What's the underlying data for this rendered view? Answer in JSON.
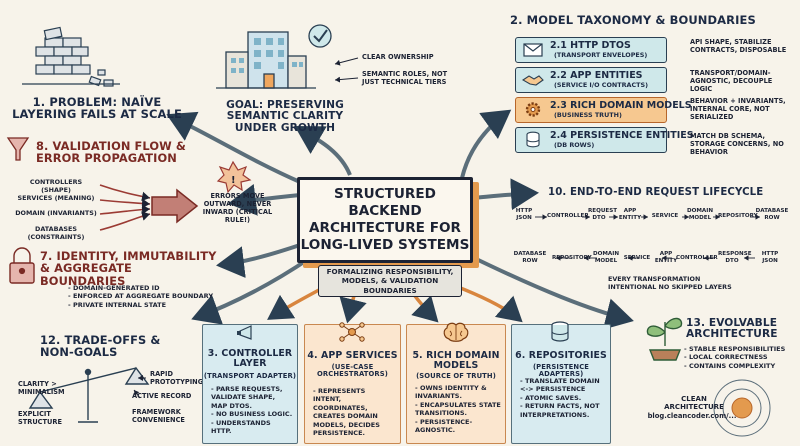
{
  "colors": {
    "background": "#f7f3ea",
    "ink": "#1c2233",
    "orange": "#e39a4e",
    "teal": "#cfe8ea",
    "panel_blue": "#d8ebf0",
    "panel_peach": "#fbe6cf",
    "red_arrow": "#9b3b34"
  },
  "center": {
    "title": "STRUCTURED BACKEND ARCHITECTURE FOR LONG-LIVED SYSTEMS",
    "subtitle": "FORMALIZING RESPONSIBILITY, MODELS, & VALIDATION BOUNDARIES"
  },
  "problem": {
    "title": "1. PROBLEM: NAÏVE LAYERING FAILS AT SCALE",
    "icon": "crumbling-wall-icon"
  },
  "goal": {
    "title": "GOAL: PRESERVING SEMANTIC CLARITY UNDER GROWTH",
    "notes": [
      "CLEAR OWNERSHIP",
      "SEMANTIC ROLES, NOT JUST TECHNICAL TIERS"
    ],
    "icon": "building-check-icon"
  },
  "taxonomy": {
    "title": "2. MODEL TAXONOMY & BOUNDARIES",
    "items": [
      {
        "title": "2.1 HTTP DTOs",
        "sub": "(TRANSPORT ENVELOPES)",
        "note": "API SHAPE, STABILIZE CONTRACTS, DISPOSABLE",
        "icon": "envelope-icon"
      },
      {
        "title": "2.2 APP ENTITIES",
        "sub": "(SERVICE I/O CONTRACTS)",
        "note": "TRANSPORT/DOMAIN-AGNOSTIC, DECOUPLE LOGIC",
        "icon": "handshake-icon"
      },
      {
        "title": "2.3 RICH DOMAIN MODELS",
        "sub": "(BUSINESS TRUTH)",
        "note": "BEHAVIOR + INVARIANTS, INTERNAL CORE, NOT SERIALIZED",
        "icon": "gear-icon"
      },
      {
        "title": "2.4 PERSISTENCE ENTITIES",
        "sub": "(DB ROWS)",
        "note": "MATCH DB SCHEMA, STORAGE CONCERNS, NO BEHAVIOR",
        "icon": "database-icon"
      }
    ]
  },
  "validation": {
    "title": "8. VALIDATION FLOW & ERROR PROPAGATION",
    "layers": [
      "CONTROLLERS (SHAPE)",
      "SERVICES (MEANING)",
      "DOMAIN (INVARIANTS)",
      "DATABASES (CONSTRAINTS)"
    ],
    "error_note": "ERRORS MOVE OUTWARD, NEVER INWARD (CRITICAL RULE!)",
    "icon": "funnel-icon"
  },
  "identity": {
    "title": "7. IDENTITY, IMMUTABILITY & AGGREGATE BOUNDARIES",
    "bullets": [
      "DOMAIN-GENERATED ID",
      "ENFORCED AT AGGREGATE BOUNDARY",
      "PRIVATE INTERNAL STATE"
    ],
    "icon": "lock-icon"
  },
  "lifecycle": {
    "title": "10. END-TO-END REQUEST LIFECYCLE",
    "forward": [
      "HTTP JSON",
      "CONTROLLER",
      "REQUEST DTO",
      "APP ENTITY",
      "SERVICE",
      "DOMAIN MODEL",
      "REPOSITORY",
      "DATABASE ROW"
    ],
    "backward": [
      "DATABASE ROW",
      "REPOSITORY",
      "DOMAIN MODEL",
      "SERVICE",
      "APP ENTITY",
      "CONTROLLER",
      "RESPONSE DTO",
      "HTTP JSON"
    ],
    "note": "EVERY TRANSFORMATION INTENTIONAL NO SKIPPED LAYERS"
  },
  "tradeoffs": {
    "title": "12. TRADE-OFFS & NON-GOALS",
    "left": [
      "CLARITY > MINIMALISM",
      "EXPLICIT STRUCTURE"
    ],
    "right": [
      "RAPID PROTOTYPING",
      "ACTIVE RECORD",
      "FRAMEWORK CONVENIENCE"
    ],
    "icon": "balance-scale-icon"
  },
  "panels": [
    {
      "title": "3. CONTROLLER LAYER",
      "sub": "(TRANSPORT ADAPTER)",
      "bullets": [
        "PARSE REQUESTS, VALIDATE SHAPE, MAP DTOs.",
        "NO BUSINESS LOGIC.",
        "UNDERSTANDS HTTP."
      ],
      "icon": "megaphone-icon"
    },
    {
      "title": "4. APP SERVICES",
      "sub": "(USE-CASE ORCHESTRATORS)",
      "bullets": [
        "REPRESENTS INTENT, COORDINATES, CREATES DOMAIN MODELS, DECIDES PERSISTENCE."
      ],
      "icon": "network-icon"
    },
    {
      "title": "5. RICH DOMAIN MODELS",
      "sub": "(SOURCE OF TRUTH)",
      "bullets": [
        "OWNS IDENTITY & INVARIANTS.",
        "ENCAPSULATES STATE TRANSITIONS.",
        "PERSISTENCE-AGNOSTIC."
      ],
      "icon": "brain-icon"
    },
    {
      "title": "6. REPOSITORIES",
      "sub": "(PERSISTENCE ADAPTERS)",
      "bullets": [
        "TRANSLATE DOMAIN <-> PERSISTENCE",
        "ATOMIC SAVES.",
        "RETURN FACTS, NOT INTERPRETATIONS."
      ],
      "icon": "database-icon"
    }
  ],
  "evolvable": {
    "title": "13. EVOLVABLE ARCHITECTURE",
    "bullets": [
      "STABLE RESPONSIBILITIES",
      "LOCAL CORRECTNESS",
      "CONTAINS COMPLEXITY"
    ],
    "icon": "sprout-icon"
  },
  "footer": {
    "line1": "CLEAN",
    "line2": "ARCHITECTURE",
    "url": "blog.cleancoder.com/..."
  }
}
